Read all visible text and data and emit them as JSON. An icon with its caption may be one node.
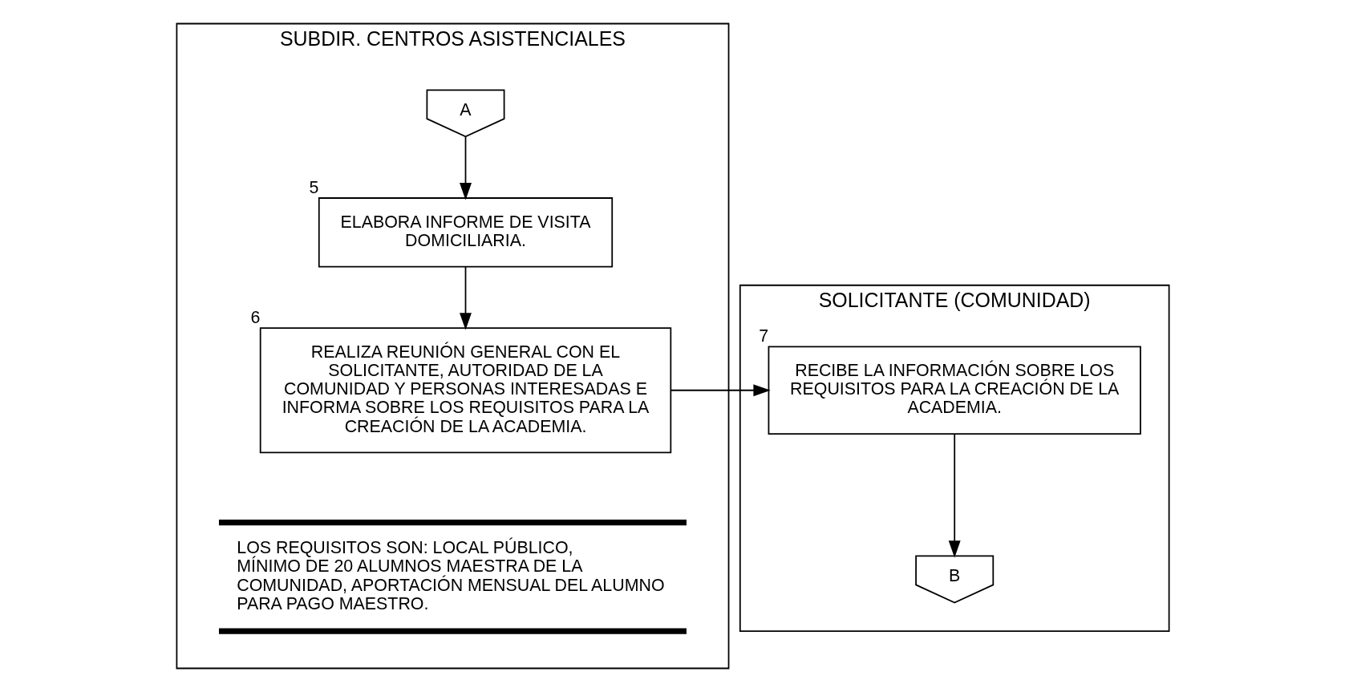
{
  "diagram": {
    "nodes": [
      {
        "text": [
          "SUBDIR. CENTROS ASISTENCIALES"
        ]
      },
      {
        "text": [
          "SOLICITANTE (COMUNIDAD)"
        ]
      },
      {
        "text": [
          "A"
        ],
        "in": 0
      },
      {
        "text": [
          "ELABORA INFORME DE VISITA DOMICILIARIA."
        ],
        "beside": [
          "5"
        ],
        "in": 0
      },
      {
        "text": [
          "REALIZA REUNIÓN GENERAL CON EL SOLICITANTE, AUTORIDAD DE LA COMUNIDAD Y PERSONAS INTERESADAS E INFORMA SOBRE LOS REQUISITOS PARA LA CREACIÓN DE LA ACADEMIA."
        ],
        "beside": [
          "6"
        ],
        "in": 0
      },
      {
        "text": [
          "LOS REQUISITOS SON: LOCAL PÚBLICO, MÍNIMO DE 20 ALUMNOS MAESTRA DE LA COMUNIDAD, APORTACIÓN MENSUAL DEL ALUMNO PARA PAGO MAESTRO."
        ],
        "in": 0
      },
      {
        "text": [
          "RECIBE LA INFORMACIÓN SOBRE LOS REQUISITOS PARA LA CREACIÓN DE LA ACADEMIA."
        ],
        "beside": [
          "7"
        ],
        "in": 1
      },
      {
        "text": [
          "B"
        ],
        "in": 1
      }
    ],
    "edges": [
      {
        "from": 2,
        "to": 3,
        "arrow": "to"
      },
      {
        "from": 3,
        "to": 4,
        "arrow": "to"
      },
      {
        "from": 4,
        "to": 6,
        "arrow": "to"
      },
      {
        "from": 6,
        "to": 7,
        "arrow": "to"
      }
    ]
  }
}
